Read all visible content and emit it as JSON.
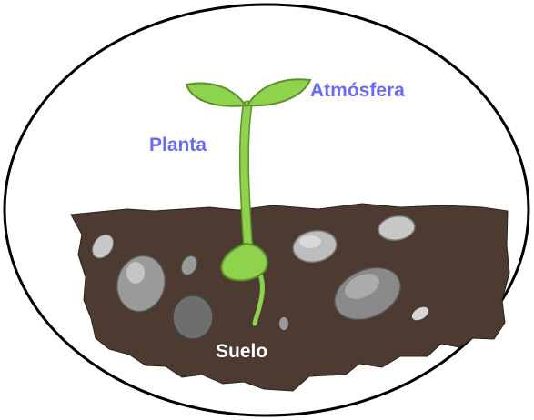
{
  "labels": {
    "atmosphere": "Atmósfera",
    "plant": "Planta",
    "soil": "Suelo"
  },
  "colors": {
    "label_accent": "#6b6bf0",
    "label_on_soil": "#ffffff",
    "soil": "#4d3a31",
    "leaf": "#8ed34c",
    "leaf_outline": "#5e8f2a",
    "stone_light": "#d0d0d0",
    "stone_mid": "#9a9a9a",
    "stone_dark": "#6e6e6e",
    "outline": "#000000"
  },
  "icons": [
    "seedling-icon",
    "stone-icon"
  ]
}
